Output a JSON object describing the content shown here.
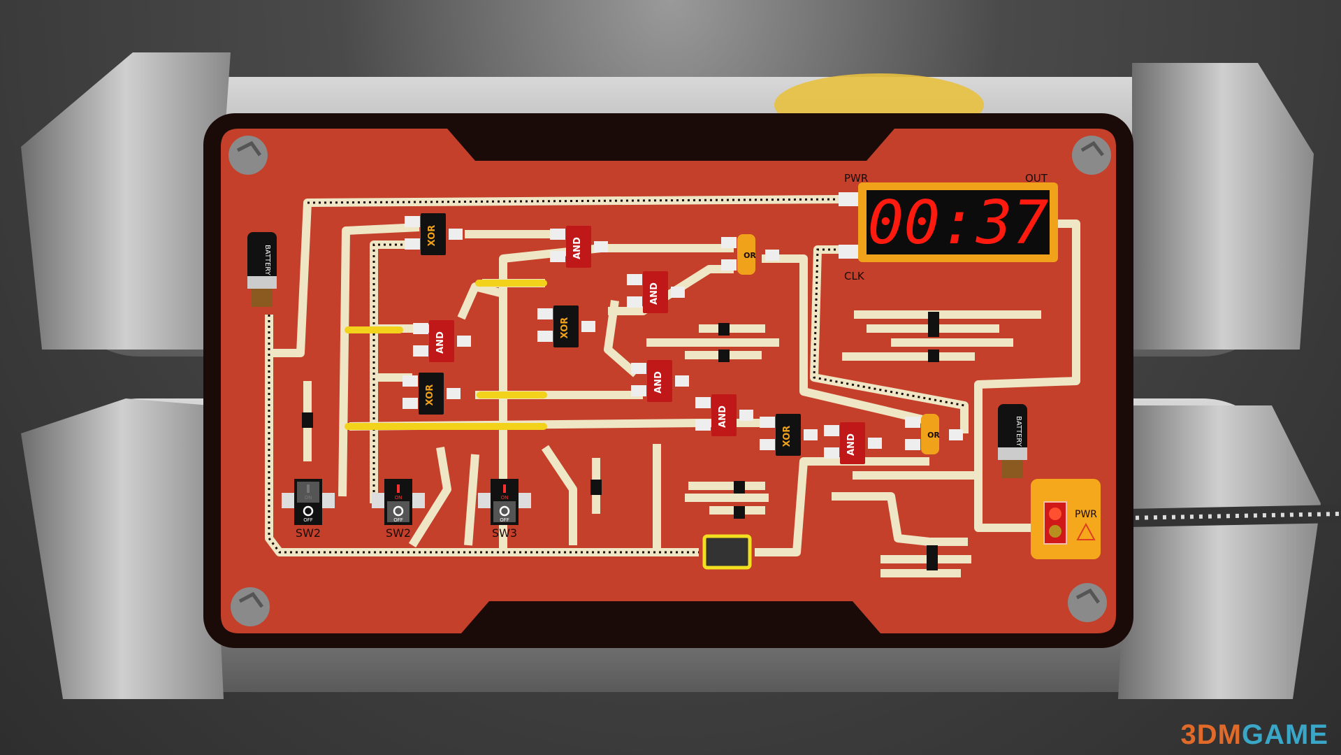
{
  "timer": {
    "display": "00:37",
    "pwr_label": "PWR",
    "out_label": "OUT",
    "clk_label": "CLK"
  },
  "switches": [
    {
      "label": "SW2",
      "state": "off",
      "on_text": "ON",
      "off_text": "OFF"
    },
    {
      "label": "SW2",
      "state": "on",
      "on_text": "ON",
      "off_text": "OFF"
    },
    {
      "label": "SW3",
      "state": "on",
      "on_text": "ON",
      "off_text": "OFF"
    }
  ],
  "gates": [
    "XOR",
    "AND",
    "OR",
    "AND",
    "XOR",
    "AND",
    "XOR",
    "AND",
    "AND",
    "XOR",
    "AND",
    "OR"
  ],
  "batteries": [
    "BATTERY",
    "BATTERY"
  ],
  "power_box": {
    "label": "PWR"
  },
  "watermark": {
    "part1": "3DM",
    "part2": "GAME"
  },
  "colors": {
    "board": "#c4402a",
    "trace": "#efe6c6",
    "digits": "#ff1a10",
    "timer_frame": "#f0a21a"
  }
}
